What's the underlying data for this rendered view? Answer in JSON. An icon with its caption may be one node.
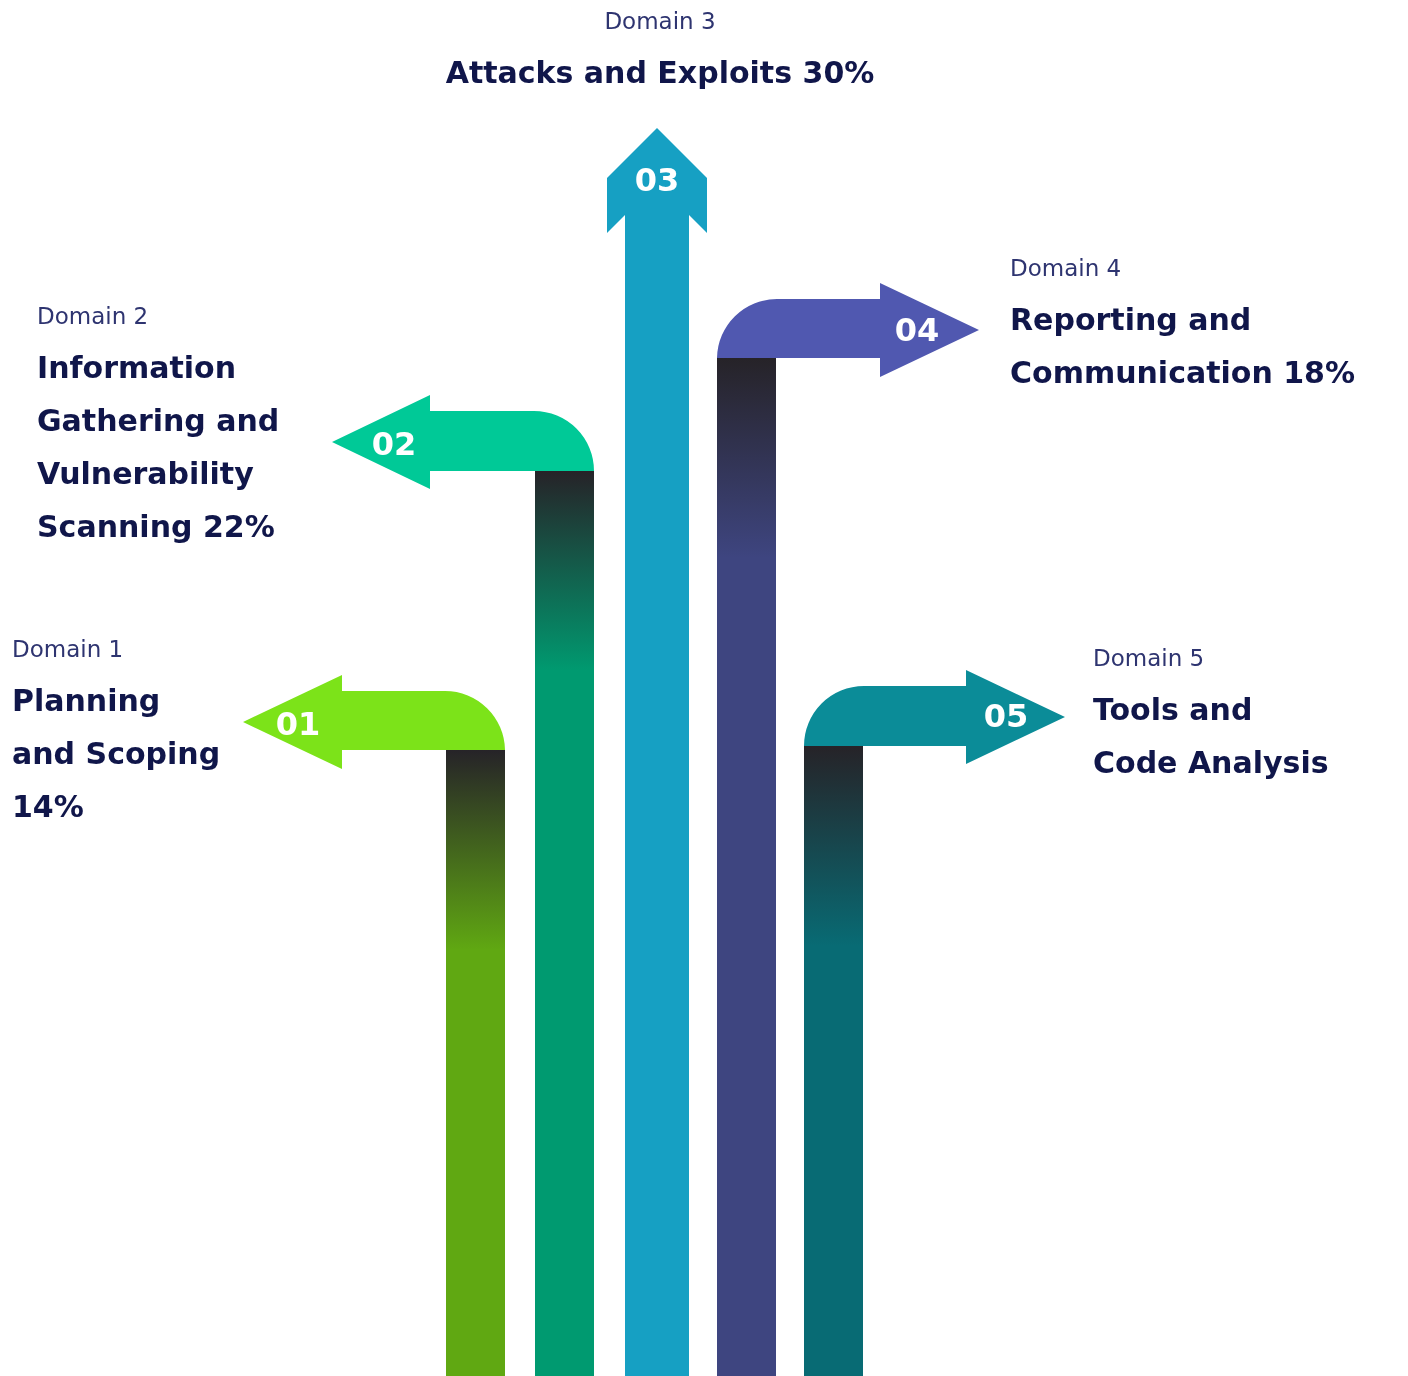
{
  "diagram": {
    "nodes": [
      {
        "text": [
          "01"
        ],
        "beside": [
          "Domain 1",
          "Planning and Scoping 14%"
        ]
      },
      {
        "text": [
          "02"
        ],
        "beside": [
          "Domain 2",
          "Information Gathering and Vulnerability Scanning 22%"
        ]
      },
      {
        "text": [
          "03"
        ],
        "beside": [
          "Domain 3",
          "Attacks and Exploits 30%"
        ]
      },
      {
        "text": [
          "04"
        ],
        "beside": [
          "Domain 4",
          "Reporting and Communication 18%"
        ]
      },
      {
        "text": [
          "05"
        ],
        "beside": [
          "Domain 5",
          "Tools and Code Analysis"
        ]
      }
    ]
  }
}
